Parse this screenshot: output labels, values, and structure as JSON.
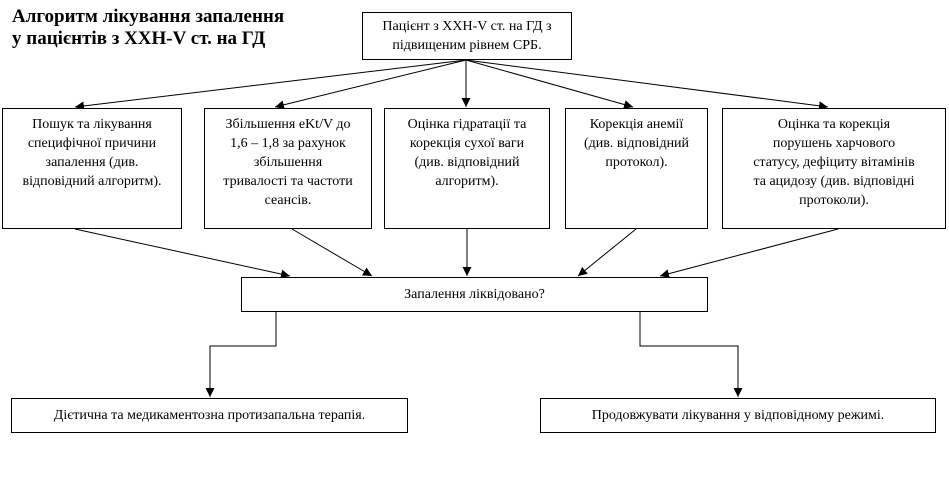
{
  "title": {
    "line1": "Алгоритм лікування запалення",
    "line2": "у пацієнтів з ХХН-V ст. на ГД"
  },
  "start": {
    "line1": "Пацієнт з ХХН-V ст. на ГД з",
    "line2": "підвищеним рівнем СРБ."
  },
  "steps": [
    {
      "lines": [
        "Пошук та лікування",
        "специфічної причини",
        "запалення (див.",
        "відповідний алгоритм)."
      ]
    },
    {
      "lines": [
        "Збільшення eKt/V до",
        "1,6 – 1,8 за рахунок",
        "збільшення",
        "тривалості та частоти",
        "сеансів."
      ]
    },
    {
      "lines": [
        "Оцінка гідратації та",
        "корекція сухої ваги",
        "(див. відповідний",
        "алгоритм)."
      ]
    },
    {
      "lines": [
        "Корекція анемії",
        "(див. відповідний",
        "протокол)."
      ]
    },
    {
      "lines": [
        "Оцінка та корекція",
        "порушень харчового",
        "статусу, дефіциту вітамінів",
        "та ацидозу (див. відповідні",
        "протоколи)."
      ]
    }
  ],
  "decision": {
    "label": "Запалення ліквідовано?"
  },
  "outcomes": {
    "left": "Дієтична та медикаментозна протизапальна терапія.",
    "right": "Продовжувати лікування у відповідному режимі."
  }
}
